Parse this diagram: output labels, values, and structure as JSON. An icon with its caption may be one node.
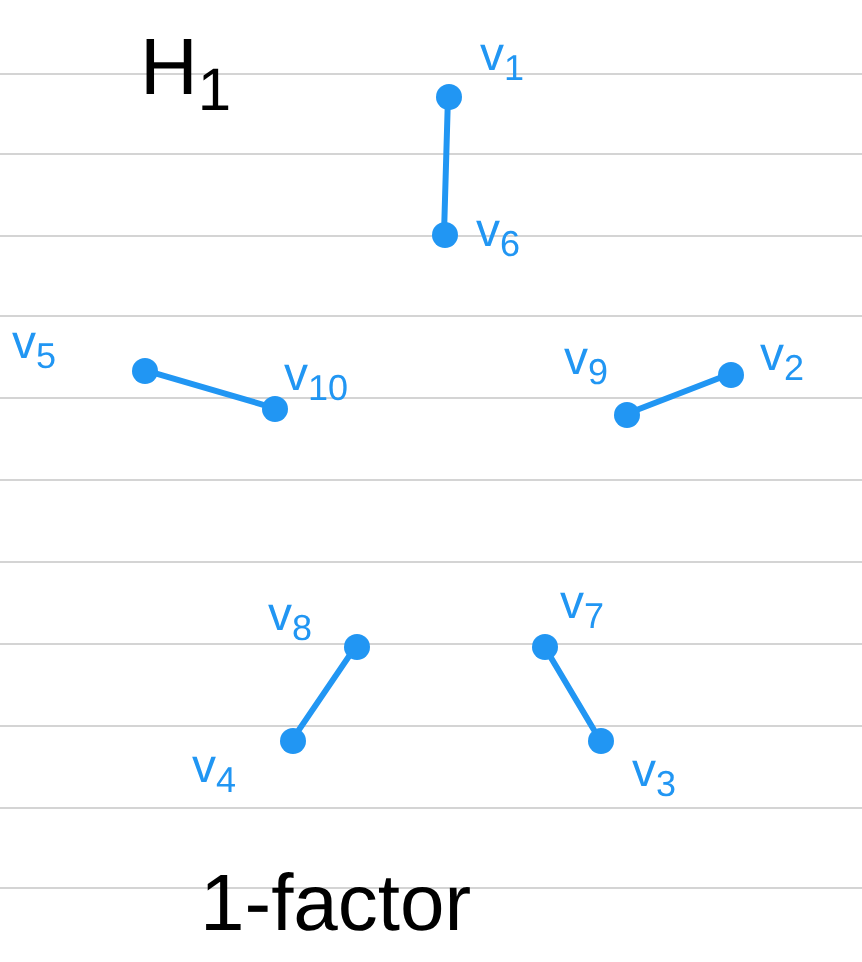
{
  "diagram": {
    "title": "H$_{1}$",
    "caption": "1-factor",
    "nodes": [
      {
        "text": [],
        "shape": "circle",
        "beside": [
          "v$_{1}$"
        ]
      },
      {
        "text": [],
        "shape": "circle",
        "beside": [
          "v$_{6}$"
        ]
      },
      {
        "text": [],
        "shape": "circle",
        "beside": [
          "v$_{5}$"
        ]
      },
      {
        "text": [],
        "shape": "circle",
        "beside": [
          "v$_{10}$"
        ]
      },
      {
        "text": [],
        "shape": "circle",
        "beside": [
          "v$_{9}$"
        ]
      },
      {
        "text": [],
        "shape": "circle",
        "beside": [
          "v$_{2}$"
        ]
      },
      {
        "text": [],
        "shape": "circle",
        "beside": [
          "v$_{8}$"
        ]
      },
      {
        "text": [],
        "shape": "circle",
        "beside": [
          "v$_{7}$"
        ]
      },
      {
        "text": [],
        "shape": "circle",
        "beside": [
          "v$_{4}$"
        ]
      },
      {
        "text": [],
        "shape": "circle",
        "beside": [
          "v$_{3}$"
        ]
      }
    ],
    "edges": [
      {
        "from": 0,
        "to": 1,
        "arrow": "none"
      },
      {
        "from": 2,
        "to": 3,
        "arrow": "none"
      },
      {
        "from": 4,
        "to": 5,
        "arrow": "none"
      },
      {
        "from": 6,
        "to": 8,
        "arrow": "none"
      },
      {
        "from": 7,
        "to": 9,
        "arrow": "none"
      }
    ]
  }
}
